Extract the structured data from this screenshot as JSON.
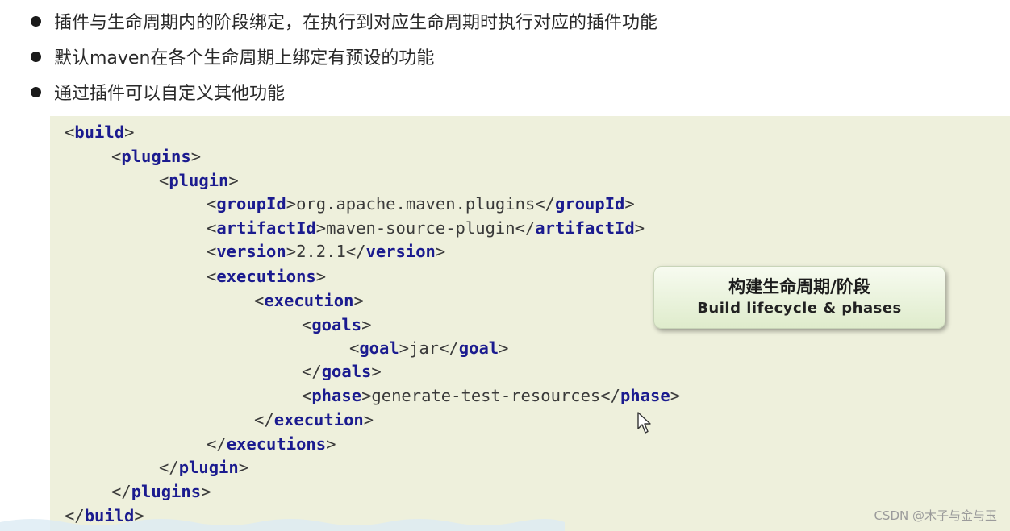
{
  "bullets": [
    "插件与生命周期内的阶段绑定，在执行到对应生命周期时执行对应的插件功能",
    "默认maven在各个生命周期上绑定有预设的功能",
    "通过插件可以自定义其他功能"
  ],
  "code": {
    "build": "build",
    "plugins": "plugins",
    "plugin": "plugin",
    "groupId": "groupId",
    "groupId_value": "org.apache.maven.plugins",
    "artifactId": "artifactId",
    "artifactId_value": "maven-source-plugin",
    "version": "version",
    "version_value": "2.2.1",
    "executions": "executions",
    "execution": "execution",
    "goals": "goals",
    "goal": "goal",
    "goal_value": "jar",
    "phase": "phase",
    "phase_value": "generate-test-resources"
  },
  "callout": {
    "title": "构建生命周期/阶段",
    "subtitle": "Build lifecycle & phases"
  },
  "watermark": "CSDN @木子与金与玉",
  "icons": {
    "bullet": "bullet-dot-icon",
    "cursor": "mouse-pointer-icon"
  },
  "colors": {
    "code_background": "#eef0dc",
    "tag_color": "#1b1b8f",
    "callout_gradient_top": "#f7fbf0",
    "callout_gradient_bottom": "#dfeccc"
  }
}
